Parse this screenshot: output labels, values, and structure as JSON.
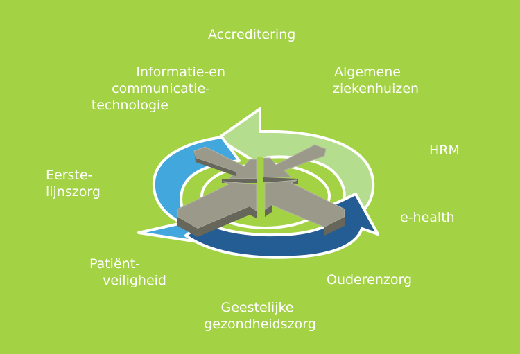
{
  "background_color": "#a3d244",
  "diagram": {
    "title": "",
    "center_graphic": "four-converging-arrows",
    "cycle_colors": {
      "light_green": "#b5dd8e",
      "light_blue": "#41a7dc",
      "dark_blue": "#245d93",
      "outline": "#ffffff",
      "arrow_gray_top": "#9b9a8a",
      "arrow_gray_side": "#66665a"
    },
    "labels": [
      {
        "id": "accreditering",
        "lines": [
          "Accreditering"
        ]
      },
      {
        "id": "ict",
        "lines": [
          "Informatie-en",
          "communicatie-",
          "technologie"
        ]
      },
      {
        "id": "algemene-ziekenhuizen",
        "lines": [
          "Algemene",
          "ziekenhuizen"
        ]
      },
      {
        "id": "hrm",
        "lines": [
          "HRM"
        ]
      },
      {
        "id": "eerstelijnszorg",
        "lines": [
          "Eerste-",
          "lijnszorg"
        ]
      },
      {
        "id": "e-health",
        "lines": [
          "e-health"
        ]
      },
      {
        "id": "patientveiligheid",
        "lines": [
          "Patiënt-",
          "veiligheid"
        ]
      },
      {
        "id": "ouderenzorg",
        "lines": [
          "Ouderenzorg"
        ]
      },
      {
        "id": "ggz",
        "lines": [
          "Geestelijke",
          "gezondheidszorg"
        ]
      }
    ]
  }
}
